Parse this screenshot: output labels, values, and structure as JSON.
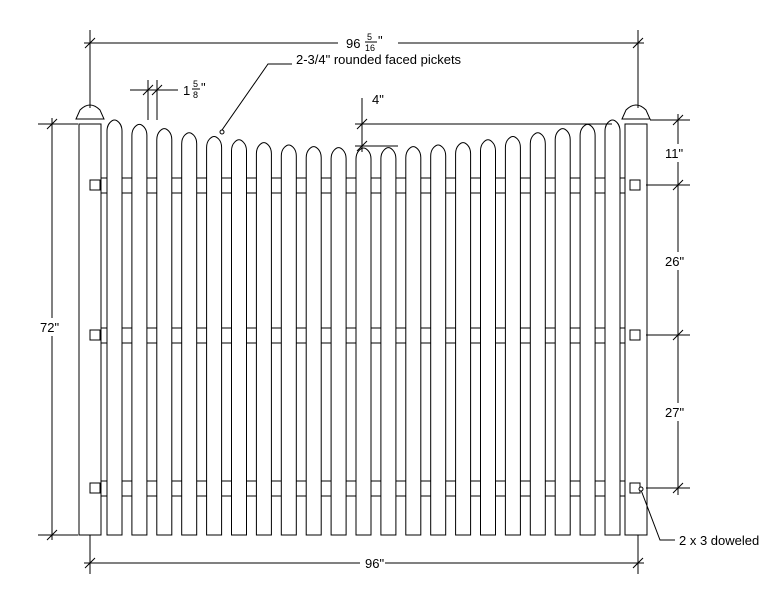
{
  "dimensions": {
    "overall_width": {
      "whole": "96",
      "num": "5",
      "den": "16",
      "unit": "\""
    },
    "picket_gap": {
      "whole": "1",
      "num": "5",
      "den": "8",
      "unit": "\""
    },
    "scallop_drop": "4\"",
    "total_height": "72\"",
    "top_to_rail": "11\"",
    "rail_1_2": "26\"",
    "rail_2_3": "27\"",
    "post_span": "96\""
  },
  "callouts": {
    "pickets": "2-3/4\" rounded faced pickets",
    "rails": "2 x 3 doweled"
  }
}
